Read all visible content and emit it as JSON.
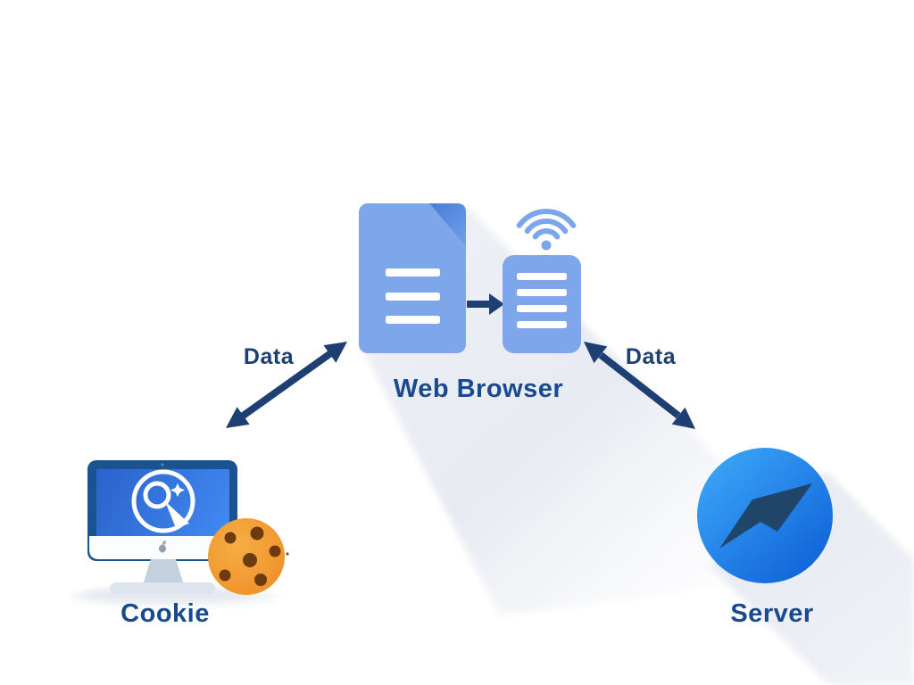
{
  "diagram": {
    "type": "flow-diagram",
    "nodes": {
      "cookie": {
        "label": "Cookie"
      },
      "web_browser": {
        "label": "Web Browser"
      },
      "server": {
        "label": "Server"
      }
    },
    "edges": {
      "cookie_browser": {
        "label": "Data",
        "arrow": "double-headed"
      },
      "browser_server": {
        "label": "Data",
        "arrow": "double-headed"
      },
      "document_flow": {
        "arrow": "right"
      }
    },
    "icons": {
      "web_browser": [
        "document-icon",
        "document-lines-icon",
        "wifi-icon",
        "arrow-right-icon"
      ],
      "cookie": [
        "imac-monitor-icon",
        "search-cursor-icon",
        "cookie-icon"
      ],
      "server": [
        "compass-needle-icon"
      ]
    },
    "colors": {
      "background": "#ffffff",
      "node_label_text": "#174a8f",
      "edge_label_text": "#1d3f72",
      "arrow_navy": "#1d3f72",
      "document_blue": "#7ea6ea",
      "document_fold_blue": "#4e82da",
      "wifi_blue": "#7ba6ec",
      "monitor_bezel_navy": "#1a5390",
      "monitor_screen_blue": "#2f6fd8",
      "cookie_orange": "#f09a2e",
      "chocolate_chip_brown": "#6e3b10",
      "server_blue_light": "#3aa3f7",
      "server_blue_dark": "#0e61d8",
      "long_shadow_gray": "#e8ebf2"
    }
  }
}
